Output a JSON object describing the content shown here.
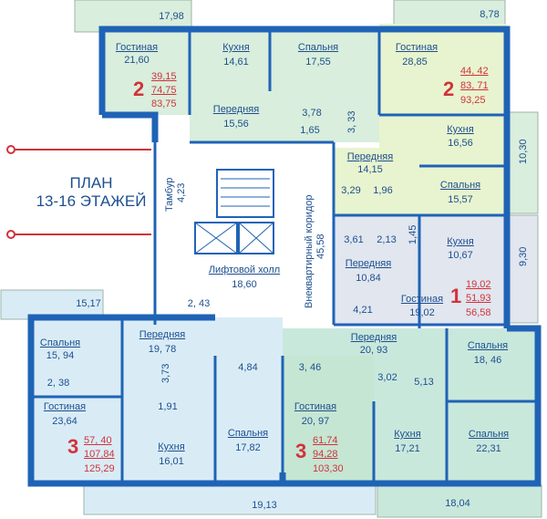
{
  "plan_title": {
    "line1": "ПЛАН",
    "line2": "13-16  ЭТАЖЕЙ"
  },
  "colors": {
    "wall": "#1f63b6",
    "green_light": "#d9eedc",
    "green_mid": "#c5e6d3",
    "yellow_green": "#e8f4cf",
    "blue_light": "#d9ecf6",
    "gray_blue": "#e1e6ef",
    "teal": "#c9e8dc",
    "text": "#1d4f8f",
    "accent": "#d2323a"
  },
  "balconies": {
    "top_left": "17,98",
    "top_right": "8,78",
    "right_1": "10,30",
    "right_2": "9,30",
    "left": "15,17",
    "bottom_center": "19,13",
    "bottom_right": "18,04"
  },
  "apt_top_left": {
    "number": "2",
    "areas": [
      "39,15",
      "74,75",
      "83,75"
    ],
    "rooms": [
      {
        "name": "Гостиная",
        "area": "21,60"
      },
      {
        "name": "Кухня",
        "area": "14,61"
      },
      {
        "name": "Спальня",
        "area": "17,55"
      },
      {
        "name": "Передняя",
        "area": "15,56"
      }
    ],
    "bath": [
      "3,78",
      "1,65"
    ]
  },
  "apt_top_right": {
    "number": "2",
    "areas": [
      "44, 42",
      "83, 71",
      "93,25"
    ],
    "rooms": [
      {
        "name": "Гостиная",
        "area": "28,85"
      },
      {
        "name": "Кухня",
        "area": "16,56"
      },
      {
        "name": "Передняя",
        "area": "14,15"
      },
      {
        "name": "Спальня",
        "area": "15,57"
      }
    ],
    "extras": [
      "3, 33",
      "3,29",
      "1,96"
    ]
  },
  "apt_right_middle": {
    "number": "1",
    "areas": [
      "19,02",
      "51,93",
      "56,58"
    ],
    "rooms": [
      {
        "name": "Кухня",
        "area": "10,67"
      },
      {
        "name": "Передняя",
        "area": "10,84"
      },
      {
        "name": "Гостиная",
        "area": "19,02"
      }
    ],
    "extras": [
      "3,61",
      "2,13",
      "1,45",
      "4,21"
    ]
  },
  "core": {
    "tambur": "Тамбур",
    "tambur_area": "4,23",
    "lift_hall": "Лифтовой холл",
    "lift_hall_area": "18,60",
    "corridor": "Внеквартирный коридор",
    "corridor_area": "45,58",
    "small": [
      "2, 43",
      "4,84",
      "3, 46"
    ]
  },
  "apt_bottom_left": {
    "number": "3",
    "areas": [
      "57, 40",
      "107,84",
      "125,29"
    ],
    "rooms": [
      {
        "name": "Спальня",
        "area": "15, 94"
      },
      {
        "name": "Передняя",
        "area": "19, 78"
      },
      {
        "name": "Гостиная",
        "area": "23,64"
      },
      {
        "name": "Кухня",
        "area": "16,01"
      },
      {
        "name": "Спальня",
        "area": "17,82"
      }
    ],
    "extras": [
      "2, 38",
      "3,73",
      "1,91"
    ]
  },
  "apt_bottom_right": {
    "number": "3",
    "areas": [
      "61,74",
      "94,28",
      "103,30"
    ],
    "rooms": [
      {
        "name": "Передняя",
        "area": "20, 93"
      },
      {
        "name": "Спальня",
        "area": "18, 46"
      },
      {
        "name": "Гостиная",
        "area": "20, 97"
      },
      {
        "name": "Кухня",
        "area": "17,21"
      },
      {
        "name": "Спальня",
        "area": "22,31"
      }
    ],
    "extras": [
      "3,02",
      "5,13"
    ]
  }
}
